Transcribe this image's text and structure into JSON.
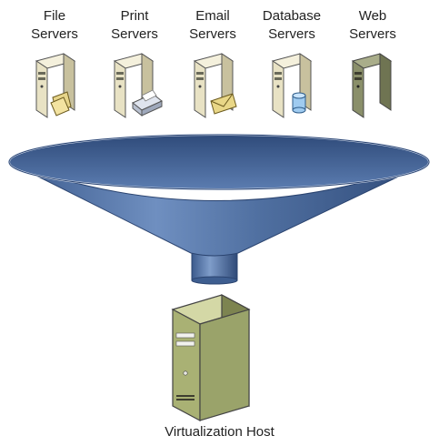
{
  "servers": [
    {
      "line1": "File",
      "line2": "Servers",
      "icon": "folder-icon",
      "color": "#e8e2c4"
    },
    {
      "line1": "Print",
      "line2": "Servers",
      "icon": "printer-icon",
      "color": "#e8e2c4"
    },
    {
      "line1": "Email",
      "line2": "Servers",
      "icon": "envelope-icon",
      "color": "#e8e2c4"
    },
    {
      "line1": "Database",
      "line2": "Servers",
      "icon": "database-icon",
      "color": "#e8e2c4"
    },
    {
      "line1": "Web",
      "line2": "Servers",
      "icon": "none",
      "color": "#8a8f6a"
    }
  ],
  "host": {
    "label": "Virtualization Host",
    "color": "#a9b174"
  },
  "funnel": {
    "color": "#4f6fa0"
  }
}
